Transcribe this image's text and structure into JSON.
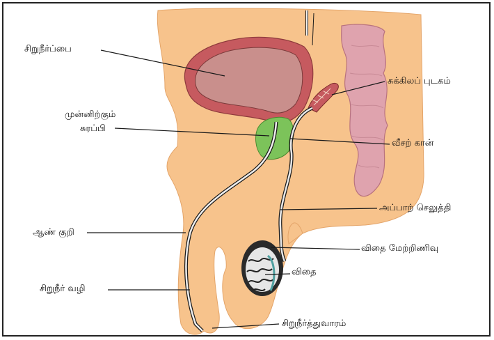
{
  "labels": {
    "bladder": "சிறுநீர்ப்பை",
    "seminal_vesicle": "சுக்கிலப் புடகம்",
    "prostate_line1": "முன்னிற்கும்",
    "prostate_line2": "சுரப்பி",
    "ejaculatory_duct": "வீசற் கான்",
    "vas_deferens": "அப்பாற் செலுத்தி",
    "penis": "ஆண் குறி",
    "epididymis": "விதை மேற்றிணிவு",
    "testis": "விதை",
    "urethra": "சிறுநீர் வழி",
    "urethral_opening": "சிறுநீர்த்துவாரம்"
  },
  "colors": {
    "body": "#f7c38c",
    "bladder_wall": "#c65a5f",
    "bladder_inner": "#c98f8c",
    "rectum": "#dfa3ae",
    "prostate": "#7cc35a",
    "line": "#1a1a1a",
    "duct": "#e8e8e8"
  }
}
